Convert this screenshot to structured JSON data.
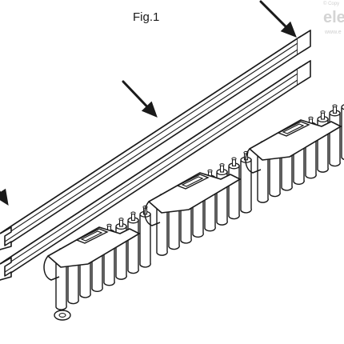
{
  "figure": {
    "title": "Fig.1",
    "line_color": "#1a1a1a",
    "fill_color": "#ffffff"
  },
  "watermark": {
    "copyright_text": "© Copy",
    "logo_text": "ele",
    "url_text": "www.e",
    "color": "#d4d4d4"
  },
  "arrows": [
    {
      "name": "arrow-top-right",
      "direction": "down-right"
    },
    {
      "name": "arrow-middle",
      "direction": "down-right"
    },
    {
      "name": "arrow-left",
      "direction": "down-right"
    }
  ],
  "components": {
    "rail": "double-profile-rail",
    "module_count": 3,
    "module_shape": "clip-on-holder"
  }
}
